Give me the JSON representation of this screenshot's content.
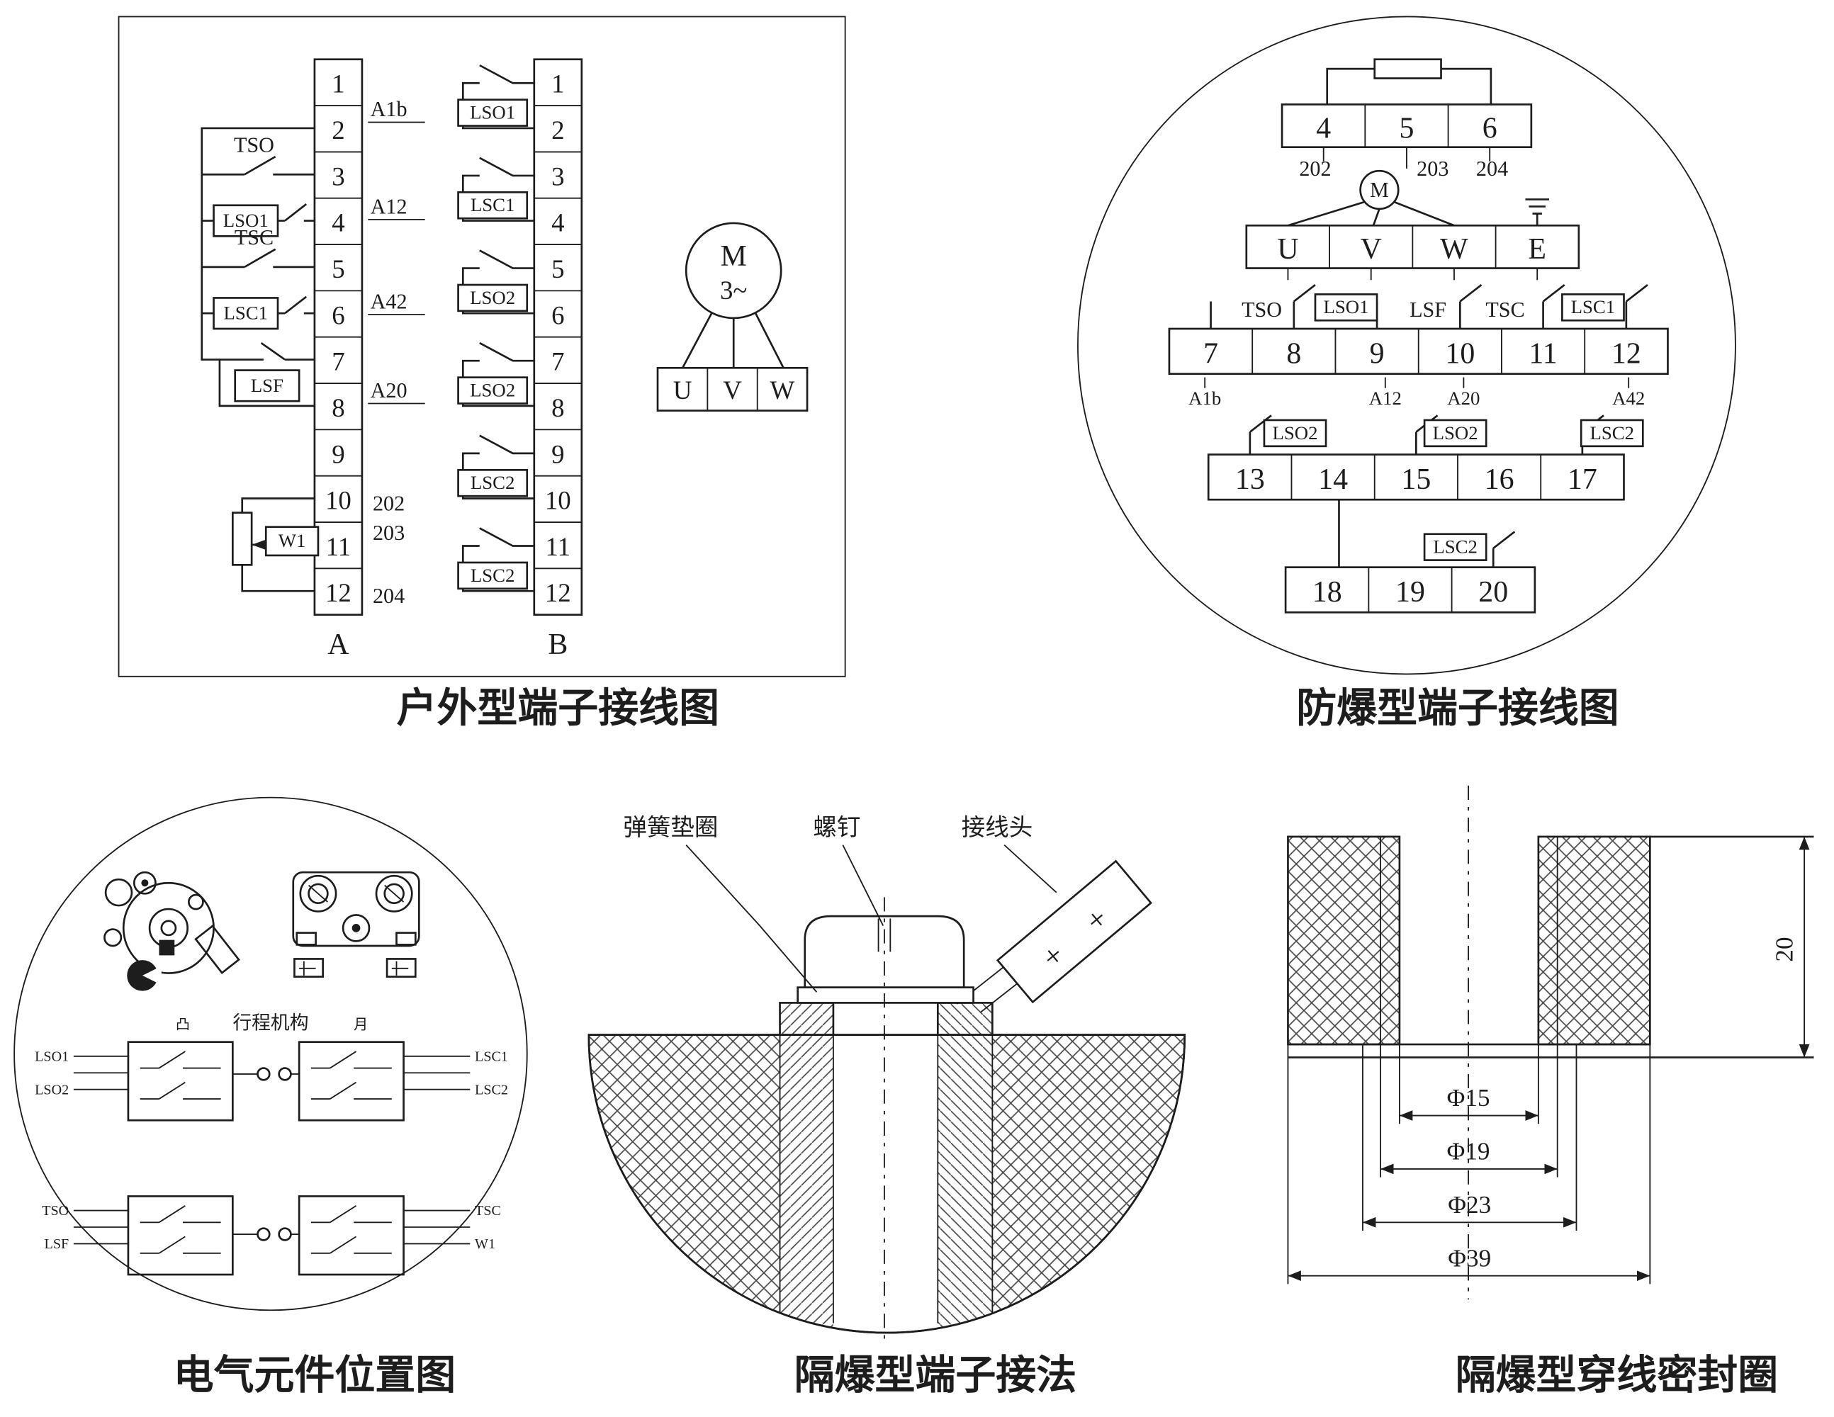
{
  "page": {
    "background": "#ffffff",
    "ink": "#1d1d1d"
  },
  "outdoor": {
    "caption": "户外型端子接线图",
    "terminals": [
      "1",
      "2",
      "3",
      "4",
      "5",
      "6",
      "7",
      "8",
      "9",
      "10",
      "11",
      "12"
    ],
    "strip_a_label": "A",
    "strip_b_label": "B",
    "a_labels": {
      "l1": "A1b",
      "l2": "A12",
      "l3": "A42",
      "l4": "A20",
      "l5": "202",
      "l6": "203",
      "l7": "204"
    },
    "a_switches": {
      "tso": "TSO",
      "lso1": "LSO1",
      "tsc": "TSC",
      "lsc1": "LSC1",
      "lsf": "LSF",
      "w1": "W1"
    },
    "b_switches": [
      "LSO1",
      "LSC1",
      "LSO2",
      "LSO2",
      "LSC2",
      "LSC2"
    ],
    "motor": {
      "m": "M",
      "phase": "3~",
      "u": "U",
      "v": "V",
      "w": "W"
    }
  },
  "flameproof": {
    "caption": "防爆型端子接线图",
    "row1": [
      "4",
      "5",
      "6"
    ],
    "row1_labels": [
      "202",
      "203",
      "204"
    ],
    "motor": "M",
    "row2": [
      "U",
      "V",
      "W",
      "E"
    ],
    "switches_a": [
      "TSO",
      "LSO1",
      "LSF",
      "TSC",
      "LSC1"
    ],
    "row3": [
      "7",
      "8",
      "9",
      "10",
      "11",
      "12"
    ],
    "row3_labels": [
      "A1b",
      "A12",
      "A20",
      "A42"
    ],
    "switches_b": [
      "LSO2",
      "LSO2",
      "LSC2"
    ],
    "row4": [
      "13",
      "14",
      "15",
      "16",
      "17"
    ],
    "switch_c": "LSC2",
    "row5": [
      "18",
      "19",
      "20"
    ]
  },
  "layout": {
    "caption": "电气元件位置图",
    "mech_left": "凸",
    "mech_label": "行程机构",
    "mech_right": "月",
    "left_top_labels": [
      "LSO1",
      "LSO2"
    ],
    "left_bottom_labels": [
      "TSO",
      "LSF"
    ],
    "right_top_labels": [
      "LSC1",
      "LSC2"
    ],
    "right_bottom_labels": [
      "TSC",
      "W1"
    ]
  },
  "connection": {
    "caption": "隔爆型端子接法",
    "label_washer": "弹簧垫圈",
    "label_screw": "螺钉",
    "label_lug": "接线头",
    "plus": "+"
  },
  "seal": {
    "caption": "隔爆型穿线密封圈",
    "dia1": "Φ15",
    "dia2": "Φ19",
    "dia3": "Φ23",
    "dia4": "Φ39",
    "height": "20"
  }
}
